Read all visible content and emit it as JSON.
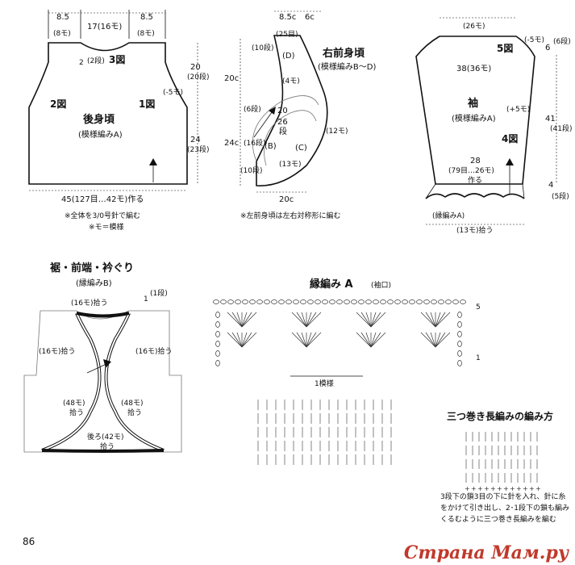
{
  "page_number": "86",
  "watermark": "Страна Мам.ру",
  "back": {
    "title": "後身頃",
    "pattern": "(模様編みA)",
    "top_left": "8.5",
    "top_left_sts": "(8モ)",
    "top_mid": "17(16モ)",
    "top_right": "8.5",
    "top_right_sts": "(8モ)",
    "neck_depth": "2",
    "neck_rows": "(2段)",
    "fig3": "3図",
    "fig2": "2図",
    "fig1": "1図",
    "armhole_dec": "(-5モ)",
    "armhole_h": "20",
    "armhole_rows": "(20段)",
    "body_h": "24",
    "body_rows": "(23段)",
    "width": "45(127目…42モ)作る",
    "note1": "※全体を3/0号針で編む",
    "note2": "※モ＝模様"
  },
  "front": {
    "title": "右前身頃",
    "pattern": "(模様編みB〜D)",
    "top_a": "8.5c",
    "top_b": "6c",
    "top_sts": "(25目)",
    "rows10a": "(10段)",
    "d": "(D)",
    "st4": "(4モ)",
    "h20": "20c",
    "h24": "24c",
    "rows6": "(6段)",
    "v20": "20",
    "v26": "26",
    "vrows": "段",
    "rows16": "(16段)",
    "b": "(B)",
    "c": "(C)",
    "st12": "(12モ)",
    "st13": "(13モ)",
    "rows10b": "(10段)",
    "bottom": "20c",
    "note": "※左前身頃は左右対称形に編む"
  },
  "sleeve": {
    "title": "袖",
    "pattern": "(模様編みA)",
    "top": "(26モ)",
    "fig5": "5図",
    "dec5": "(-5モ)",
    "r6": "6",
    "r6rows": "(6段)",
    "w38": "38(36モ)",
    "inc": "(+5モ)",
    "r41": "41",
    "r41rows": "(41段)",
    "fig4": "4図",
    "cast": "28",
    "cast_sts": "(79目…26モ)",
    "cast_word": "作る",
    "r4": "4",
    "r4rows": "(5段)",
    "edge": "(縁編みA)",
    "pick": "(13モ)拾う"
  },
  "border": {
    "title": "裾・前端・衿ぐり",
    "pattern": "(縁編みB)",
    "top_pick": "(16モ)拾う",
    "row1": "1",
    "row1_rows": "(1段)",
    "left16": "(16モ)拾う",
    "right16": "(16モ)拾う",
    "left48": "(48モ)",
    "left48_word": "拾う",
    "right48": "(48モ)",
    "right48_word": "拾う",
    "back42": "後ろ(42モ)",
    "back42_word": "拾う"
  },
  "edgingA": {
    "title": "縁編み A",
    "sub": "(袖口)",
    "row5": "5",
    "row1": "1",
    "repeat": "1模様"
  },
  "triple": {
    "title": "三つ巻き長編みの編み方",
    "desc1": "3段下の鎖3目の下に針を入れ、針に糸",
    "desc2": "をかけて引き出し、2･1段下の鎖も編み",
    "desc3": "くるむように三つ巻き長編みを編む"
  }
}
